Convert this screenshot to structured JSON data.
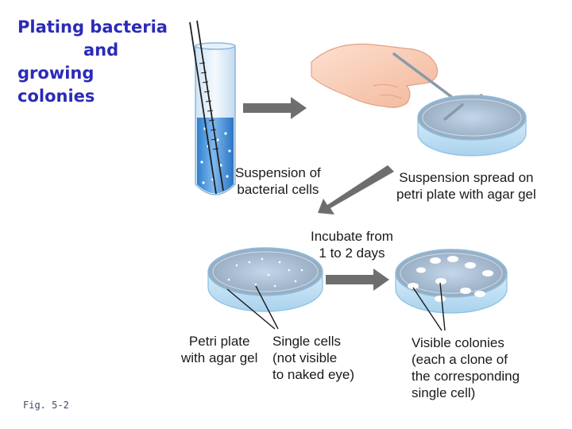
{
  "title": {
    "line1": "Plating bacteria",
    "line2": "and",
    "line3": "growing colonies"
  },
  "labels": {
    "suspension": [
      "Suspension of",
      "bacterial cells"
    ],
    "spread": [
      "Suspension spread on",
      "petri plate with agar gel"
    ],
    "incubate": [
      "Incubate from",
      "1 to 2 days"
    ],
    "petri_plate": [
      "Petri plate",
      "with agar gel"
    ],
    "single_cells": [
      "Single cells",
      "(not visible",
      "to naked eye)"
    ],
    "visible_colonies": [
      "Visible colonies",
      "(each a clone of",
      "the corresponding",
      "single cell)"
    ]
  },
  "figure_label": "Fig. 5-2",
  "colors": {
    "title": "#2b2bb8",
    "arrow": "#6e6e6e",
    "agar": "#9fb4c8",
    "liquid": "#3f8fdc"
  }
}
